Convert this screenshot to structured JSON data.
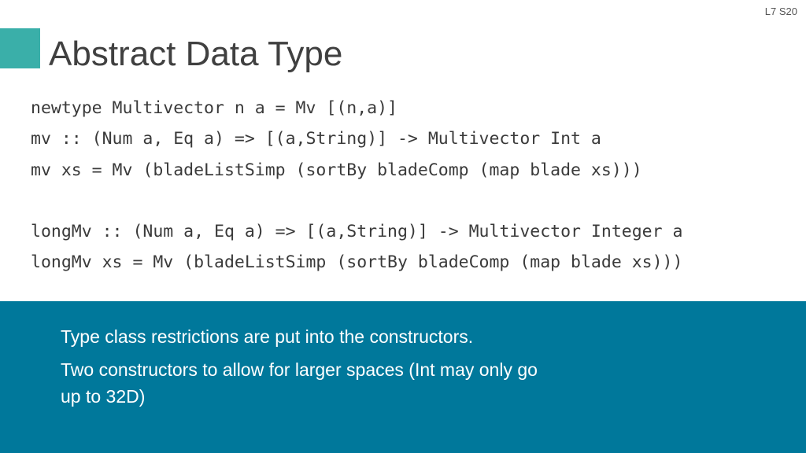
{
  "slide": {
    "number": "L7 S20",
    "title": "Abstract Data Type"
  },
  "code": {
    "lines": [
      "newtype Multivector n a = Mv [(n,a)]",
      "mv :: (Num a, Eq a) => [(a,String)] -> Multivector Int a",
      "mv xs = Mv (bladeListSimp (sortBy bladeComp (map blade xs)))",
      "",
      "longMv :: (Num a, Eq a) => [(a,String)] -> Multivector Integer a",
      "longMv xs = Mv (bladeListSimp (sortBy bladeComp (map blade xs)))"
    ]
  },
  "callout": {
    "items": [
      "Type class restrictions are put into the constructors.",
      "Two constructors to allow for larger spaces (Int may only go up to 32D)"
    ]
  },
  "colors": {
    "accent": "#3aafa9",
    "callout_background": "#00789b",
    "title_text": "#404040"
  }
}
